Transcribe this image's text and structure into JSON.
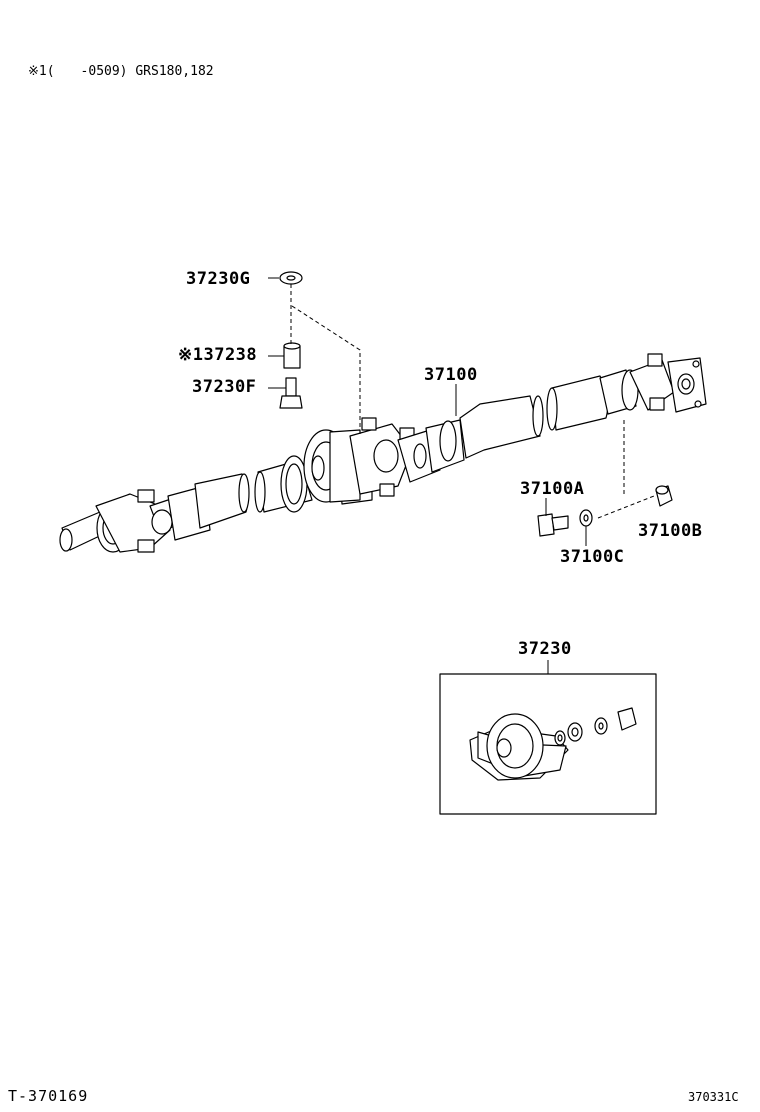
{
  "header_note": "※1(　　-0509) GRS180,182",
  "labels": {
    "washer_top": "37230G",
    "spacer": "※137238",
    "bolt_top": "37230F",
    "shaft": "37100",
    "bolt_right": "37100A",
    "nut_right": "37100B",
    "washer_right": "37100C",
    "center_bearing_kit": "37230"
  },
  "footer": {
    "left_code": "T-370169",
    "right_code": "370331C"
  }
}
